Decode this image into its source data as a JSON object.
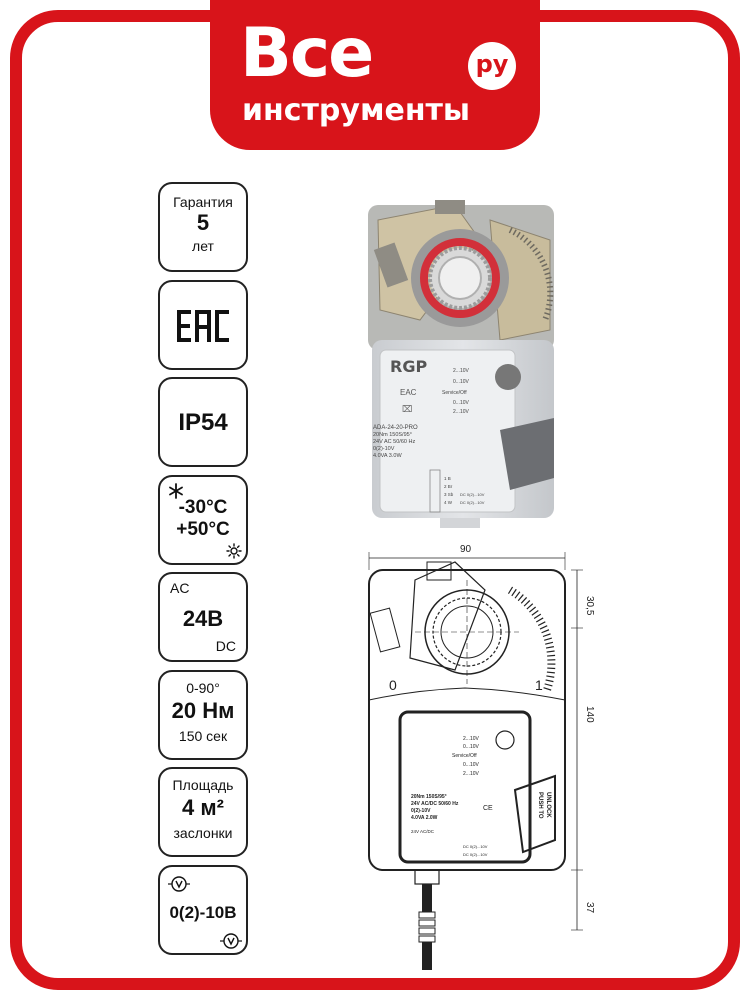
{
  "logo": {
    "line1": "Все",
    "line2": "инструменты",
    "badge": "ру"
  },
  "colors": {
    "brand": "#d8141a",
    "ring": "#d2303a"
  },
  "badges": {
    "warranty": {
      "top": "Гарантия",
      "value": "5",
      "bottom": "лет"
    },
    "cert": {
      "text": "EAC"
    },
    "protection": {
      "value": "IP54"
    },
    "temperature": {
      "min": "-30°C",
      "max": "+50°C",
      "icons": [
        "snowflake-icon",
        "sun-icon"
      ]
    },
    "voltage": {
      "top": "AC",
      "value": "24В",
      "bottom": "DC"
    },
    "torque": {
      "top": "0-90°",
      "value": "20 Нм",
      "bottom": "150 сек"
    },
    "area": {
      "top": "Площадь",
      "value": "4 м²",
      "bottom": "заслонки"
    },
    "signal": {
      "value": "0(2)-10В",
      "icon": "voltmeter-icon"
    }
  },
  "product": {
    "brand": "RGP",
    "cert": "EAC",
    "model": "ADA-24-20-PRO",
    "spec1": "20Nm 150S/95°",
    "spec2": "24V AC 50/60 Hz",
    "spec3": "0(2)-10V",
    "spec4": "4.0VA 3.0W",
    "switch": [
      "2...10V",
      "0...10V",
      "Service/Off",
      "0...10V",
      "2...10V"
    ],
    "terminals": [
      "1 B",
      "2 Br",
      "3 Sb",
      "4 W"
    ],
    "terminal_notes": [
      "DC 0(2)...10V",
      "DC 0(2)...10V"
    ]
  },
  "drawing": {
    "dim_width": "90",
    "dim_top": "30,5",
    "dim_height": "140",
    "dim_cable": "37",
    "scale_left": "0",
    "scale_right": "1",
    "spec1": "20Nm 150S/95°",
    "spec2": "24V AC/DC 50/60 Hz",
    "spec3": "0(2)-10V",
    "spec4": "4.0VA 2.0W",
    "switch": [
      "2...10V",
      "0...10V",
      "Service/Off",
      "0...10V",
      "2...10V"
    ],
    "supply": "24V AC/DC",
    "push": [
      "PUSH TO",
      "UNLOCK"
    ],
    "terminal_notes": [
      "DC 0(2)...10V",
      "DC 0(2)...10V"
    ]
  }
}
